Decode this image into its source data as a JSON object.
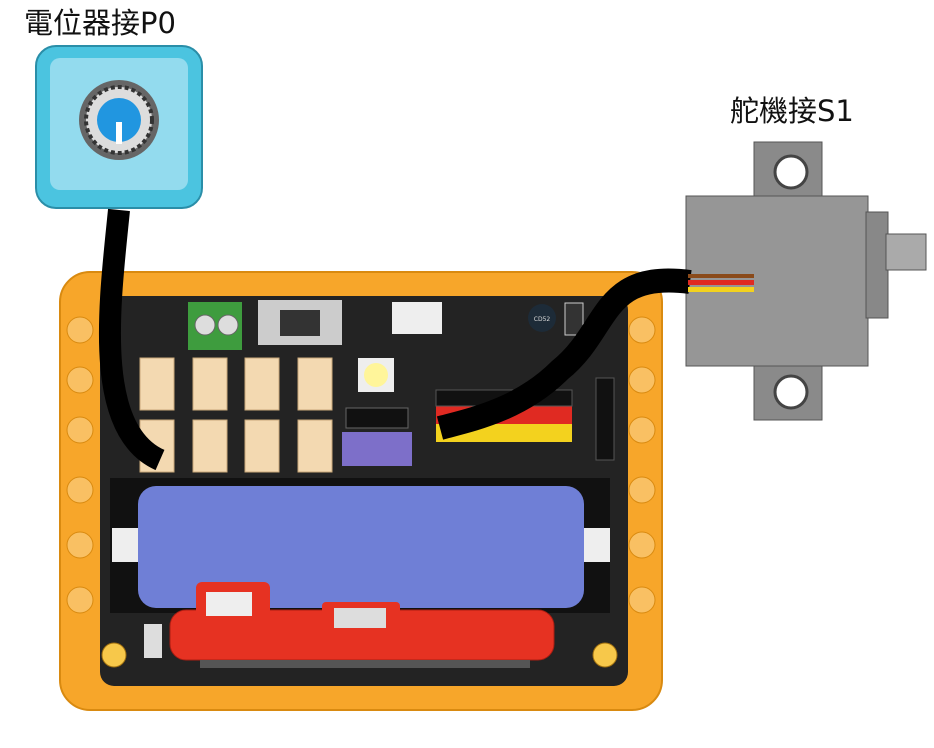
{
  "labels": {
    "potentiometer": "電位器接P0",
    "servo": "舵機接S1"
  },
  "board": {
    "chip_marking": "CD52"
  },
  "colors": {
    "frame": "#f7a62a",
    "board": "#222222",
    "battery": "#6f7fd6",
    "red_module": "#e63222",
    "pot_body": "#4bc4e0",
    "servo": "#8a8a8a",
    "cable": "#000000"
  }
}
